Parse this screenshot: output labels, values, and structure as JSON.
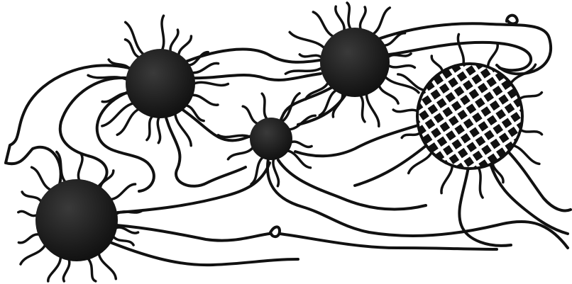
{
  "colors": {
    "background": "#ffffff",
    "ink": "#111111",
    "particle": "#1b1b1b",
    "particle_shade": "#3a3a3a"
  },
  "diagram": {
    "kind": "polymer-network-illustration",
    "text_labels": [],
    "particles": [
      {
        "id": "particle-top-left",
        "style": "solid"
      },
      {
        "id": "particle-top-right",
        "style": "solid"
      },
      {
        "id": "particle-center",
        "style": "solid"
      },
      {
        "id": "particle-bottom-left",
        "style": "solid"
      },
      {
        "id": "particle-crosshatched",
        "style": "grid-pattern"
      }
    ]
  }
}
